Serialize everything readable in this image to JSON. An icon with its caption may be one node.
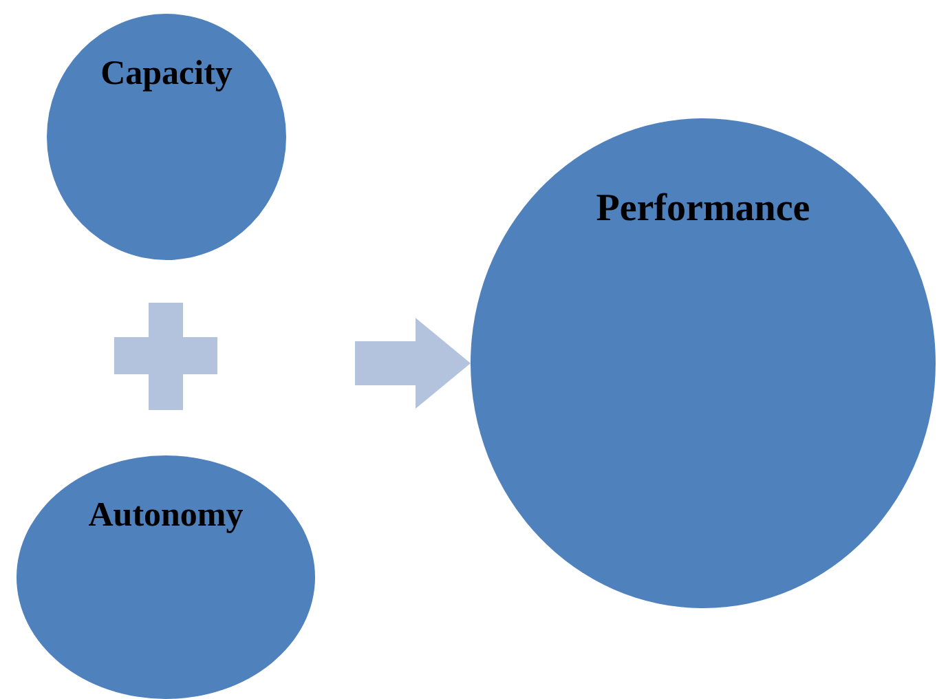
{
  "diagram": {
    "nodes": [
      {
        "text": [
          "Capacity"
        ]
      },
      {
        "text": [
          "Autonomy"
        ]
      },
      {
        "text": [
          "Performance"
        ]
      }
    ],
    "edges": [
      {
        "from": null,
        "to": 2,
        "arrow": "to"
      }
    ]
  }
}
